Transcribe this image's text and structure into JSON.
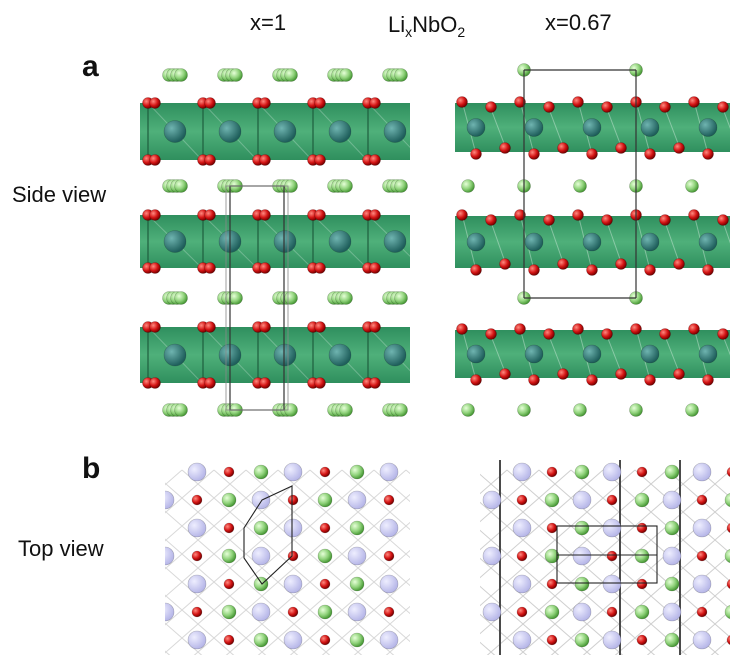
{
  "labels": {
    "x_left": "x=1",
    "formula_base": "Li",
    "formula_sub_x": "x",
    "formula_mid": "NbO",
    "formula_sub_2": "2",
    "x_right": "x=0.67",
    "panel_a": "a",
    "panel_b": "b",
    "side_view": "Side view",
    "top_view": "Top view"
  },
  "colors": {
    "li": "#8fd27a",
    "o": "#cc1111",
    "nb": "#2f7d7a",
    "octahedra": "#3a9a68",
    "nb_top": "#c8c8f0",
    "cell_line": "#333333"
  },
  "atom_types": [
    "Li",
    "Nb",
    "O"
  ]
}
